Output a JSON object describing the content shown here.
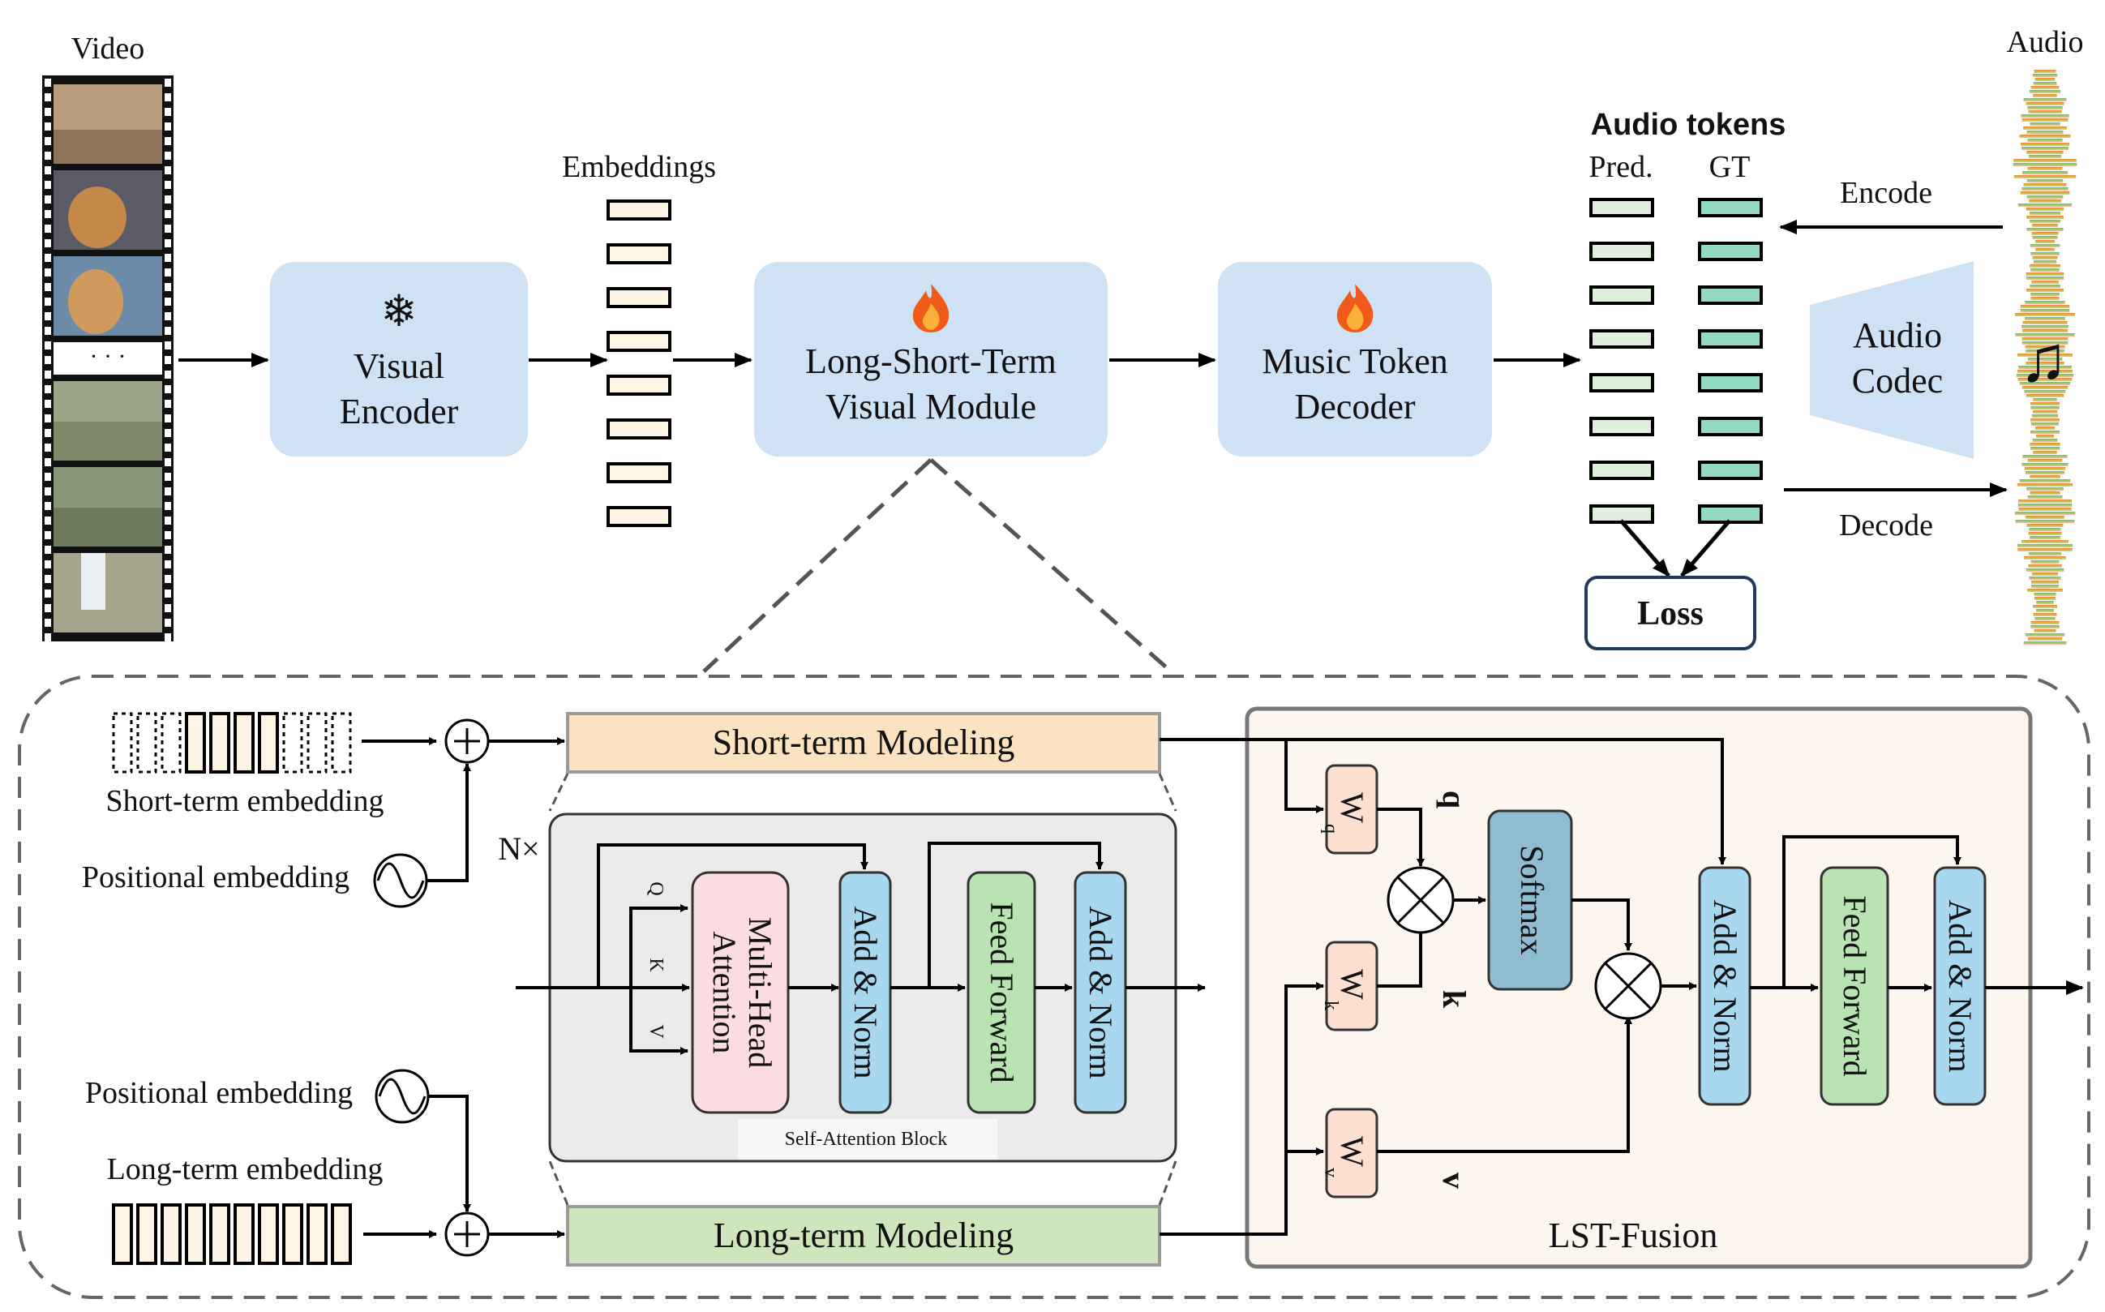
{
  "video_label": "Video",
  "video_ellipsis": "· · ·",
  "visual_encoder": {
    "line1": "Visual",
    "line2": "Encoder"
  },
  "embeddings_label": "Embeddings",
  "lst_visual_module": {
    "line1": "Long-Short-Term",
    "line2": "Visual Module"
  },
  "music_token_decoder": {
    "line1": "Music Token",
    "line2": "Decoder"
  },
  "audio_tokens": {
    "title": "Audio tokens",
    "pred_label": "Pred.",
    "gt_label": "GT"
  },
  "loss_label": "Loss",
  "audio_label": "Audio",
  "encode_label": "Encode",
  "decode_label": "Decode",
  "audio_codec": {
    "line1": "Audio",
    "line2": "Codec"
  },
  "short_term_embedding": "Short-term embedding",
  "positional_embedding_top": "Positional embedding",
  "positional_embedding_bottom": "Positional embedding",
  "long_term_embedding": "Long-term embedding",
  "n_times": "N×",
  "short_term_modeling": "Short-term Modeling",
  "long_term_modeling": "Long-term Modeling",
  "self_attention": {
    "q": "Q",
    "k": "K",
    "v": "V",
    "mha_line1": "Multi-Head",
    "mha_line2": "Attention",
    "add_norm_1": "Add & Norm",
    "feed_forward": "Feed Forward",
    "add_norm_2": "Add & Norm",
    "block_label": "Self-Attention Block"
  },
  "lst_fusion": {
    "wq": "W",
    "wq_sub": "q",
    "wk": "W",
    "wk_sub": "k",
    "wv": "W",
    "wv_sub": "v",
    "q": "q",
    "k": "k",
    "v": "v",
    "softmax": "Softmax",
    "add_norm_1": "Add & Norm",
    "feed_forward": "Feed Forward",
    "add_norm_2": "Add & Norm",
    "label": "LST-Fusion"
  },
  "colors": {
    "module_fill": "#cfe2f3",
    "embedding_fill": "#fdf4e3",
    "token_pred": "#dff0dc",
    "token_gt": "#93d9c0",
    "short_term_fill": "#fbe3c1",
    "long_term_fill": "#cfe5bd",
    "mha_fill": "#fbdce1",
    "addnorm_fill": "#a7d8f0",
    "ff_fill": "#b9e3b3",
    "softmax_fill": "#8fbcd0",
    "w_fill": "#fbdfcf",
    "fusion_bg": "#fcf6ee"
  },
  "icons": [
    "snowflake-icon",
    "flame-icon",
    "music-note-icon",
    "sine-wave-icon",
    "plus-circle-icon",
    "multiply-circle-icon"
  ]
}
